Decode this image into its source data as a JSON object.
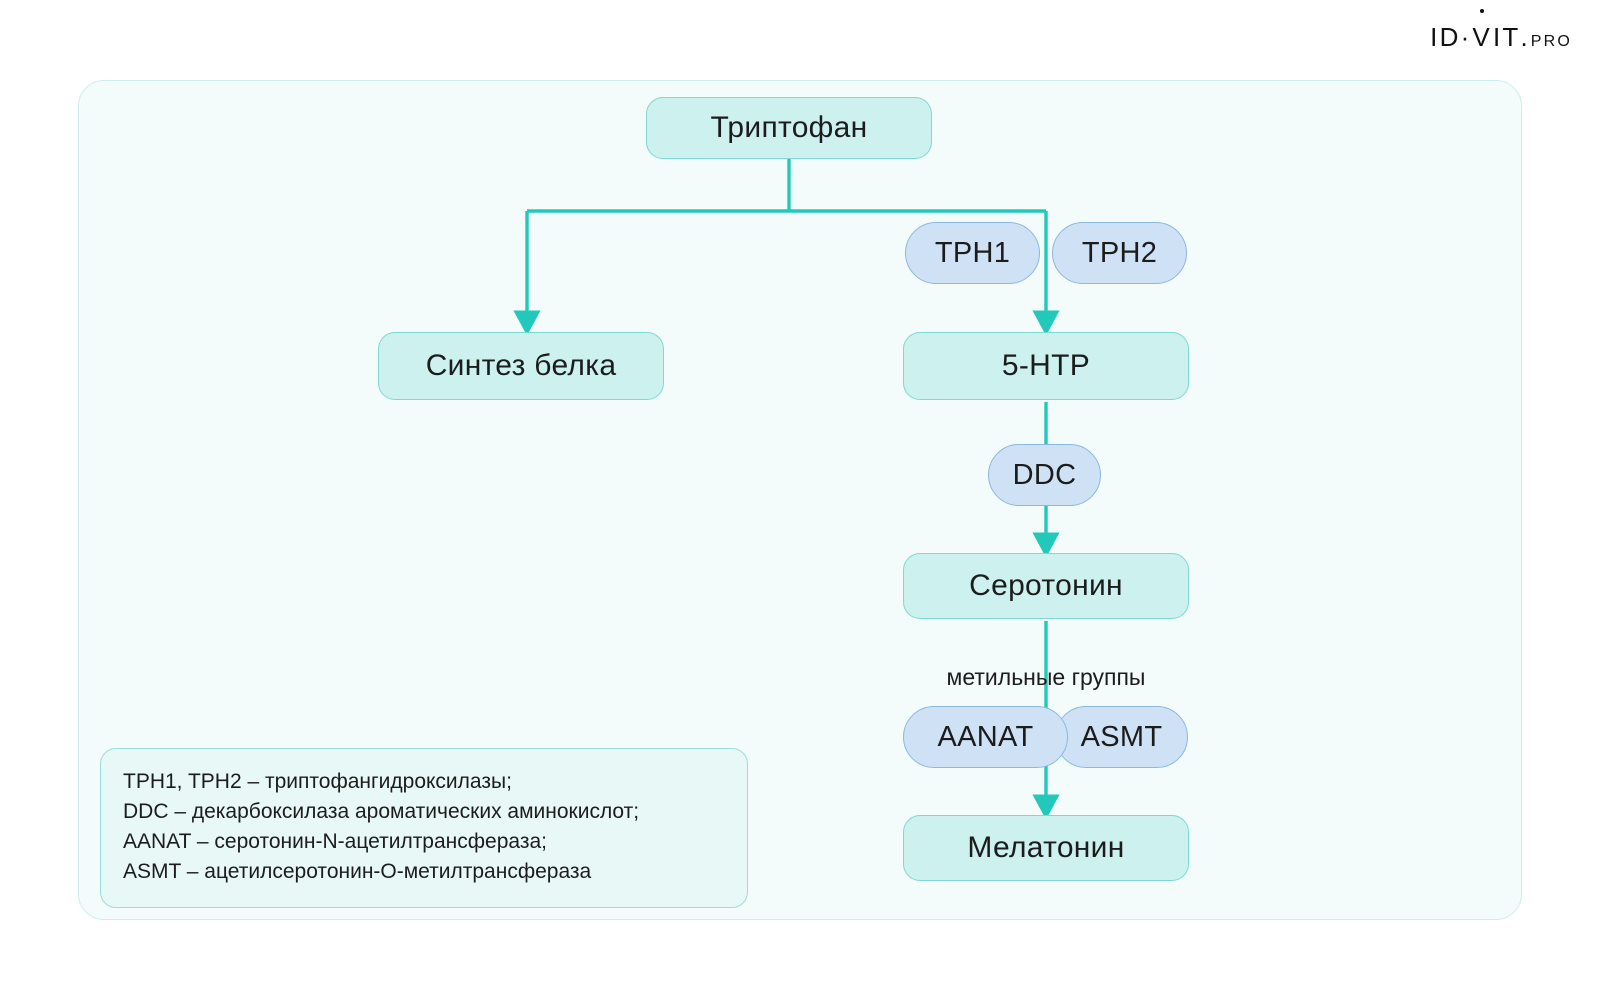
{
  "logo": {
    "main_part1": "ID",
    "middle_dot": "·",
    "main_v": "V",
    "main_part2": "IT",
    "period": ".",
    "sub": "PRO"
  },
  "colors": {
    "page_background": "#ffffff",
    "panel_background": "#f4fcfb",
    "panel_border": "#cdeeee",
    "metabolite_fill": "#ccf1ee",
    "metabolite_border": "#7fd8d2",
    "enzyme_fill": "#cfe2f5",
    "enzyme_border": "#8ab8e0",
    "arrow": "#22c9bb",
    "text": "#1c1c1c",
    "legend_fill": "#e8f8f6",
    "legend_border": "#9adfd9"
  },
  "diagram": {
    "nodes": {
      "tryptophan": "Триптофан",
      "protein_synthesis": "Синтез белка",
      "five_htp": "5-HTP",
      "serotonin": "Серотонин",
      "melatonin": "Мелатонин"
    },
    "enzymes": {
      "tph1": "TPH1",
      "tph2": "TPH2",
      "ddc": "DDC",
      "aanat": "AANAT",
      "asmt": "ASMT"
    },
    "labels": {
      "methyl_groups": "метильные группы"
    }
  },
  "legend": {
    "lines": [
      "TPH1, TPH2 – триптофангидроксилазы;",
      "DDC – декарбоксилаза ароматических аминокислот;",
      "AANAT – серотонин-N-ацетилтрансфераза;",
      "ASMT – ацетилсеротонин-O-метилтрансфераза"
    ]
  }
}
